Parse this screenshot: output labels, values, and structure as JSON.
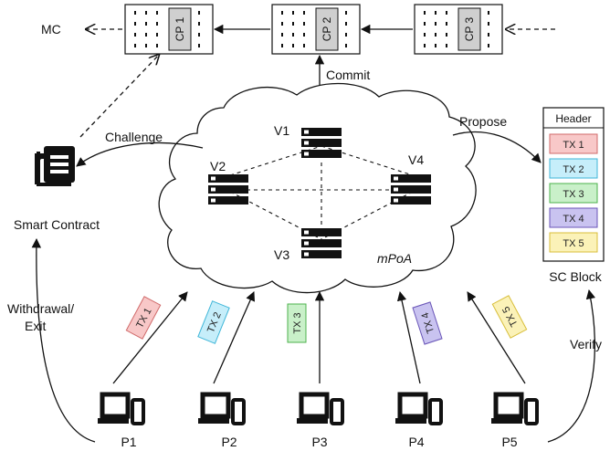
{
  "mainchain_label": "MC",
  "checkpoints": [
    "CP 1",
    "CP 2",
    "CP 3"
  ],
  "commit_label": "Commit",
  "challenge_label": "Challenge",
  "propose_label": "Propose",
  "smart_contract_label": "Smart Contract",
  "withdrawal_label_line1": "Withdrawal/",
  "withdrawal_label_line2": "Exit",
  "verify_label": "Verify",
  "consensus_label": "mPoA",
  "validators": [
    "V1",
    "V2",
    "V3",
    "V4"
  ],
  "block": {
    "header": "Header",
    "caption": "SC Block",
    "transactions": [
      {
        "label": "TX 1",
        "fill": "#f8c8c8",
        "stroke": "#d06a6a"
      },
      {
        "label": "TX 2",
        "fill": "#c6eefa",
        "stroke": "#3fb6d8"
      },
      {
        "label": "TX 3",
        "fill": "#c9f0c9",
        "stroke": "#4cb24c"
      },
      {
        "label": "TX 4",
        "fill": "#c9c3f0",
        "stroke": "#6a56b8"
      },
      {
        "label": "TX 5",
        "fill": "#fbf2b8",
        "stroke": "#d8be3a"
      }
    ]
  },
  "participants": [
    "P1",
    "P2",
    "P3",
    "P4",
    "P5"
  ]
}
